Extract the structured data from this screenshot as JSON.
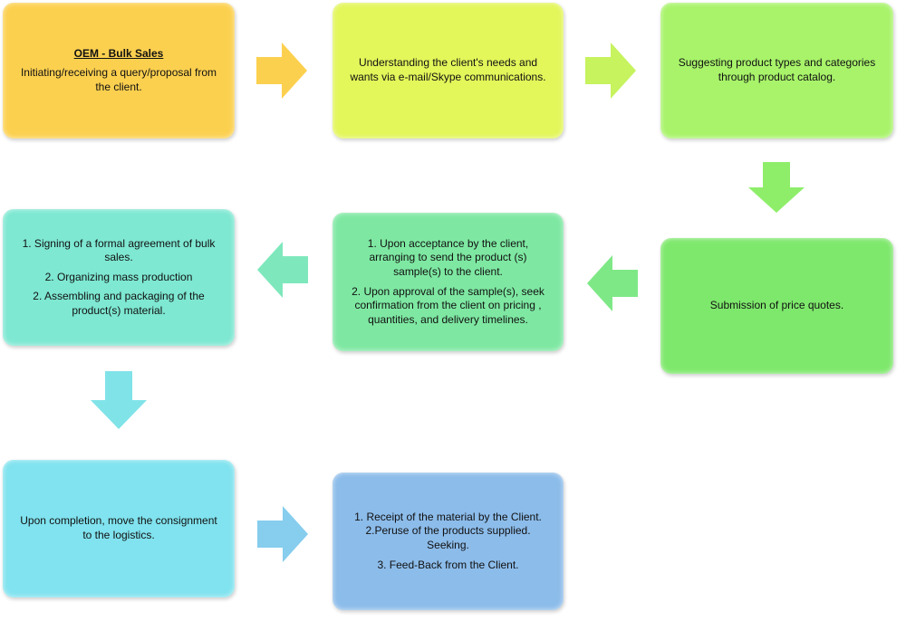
{
  "steps": [
    {
      "title": "OEM - Bulk Sales",
      "lines": [
        "Initiating/receiving a query/proposal from the client."
      ],
      "color": "#fcd04f"
    },
    {
      "lines": [
        "Understanding the client's needs and wants via e-mail/Skype communications."
      ],
      "color": "#e3f65a"
    },
    {
      "lines": [
        "Suggesting product types and categories through product catalog."
      ],
      "color": "#a8f36a"
    },
    {
      "lines": [
        "Submission of price quotes."
      ],
      "color": "#7ee86c"
    },
    {
      "lines": [
        "1. Upon acceptance by the client, arranging to send the product (s) sample(s) to the client.",
        "2. Upon approval of the sample(s), seek confirmation from the client on pricing , quantities, and delivery timelines."
      ],
      "color": "#7ee8a2"
    },
    {
      "lines": [
        "1. Signing of a formal agreement of bulk sales.",
        "2.  Organizing mass production",
        "2.  Assembling and packaging of the product(s) material."
      ],
      "color": "#7ee8d2"
    },
    {
      "lines": [
        "Upon completion, move the consignment to the logistics."
      ],
      "color": "#80e3ef"
    },
    {
      "lines": [
        "1. Receipt of the material by the Client. 2.Peruse of the products supplied. Seeking.",
        "3. Feed-Back from the Client."
      ],
      "color": "#8cbcea"
    }
  ]
}
